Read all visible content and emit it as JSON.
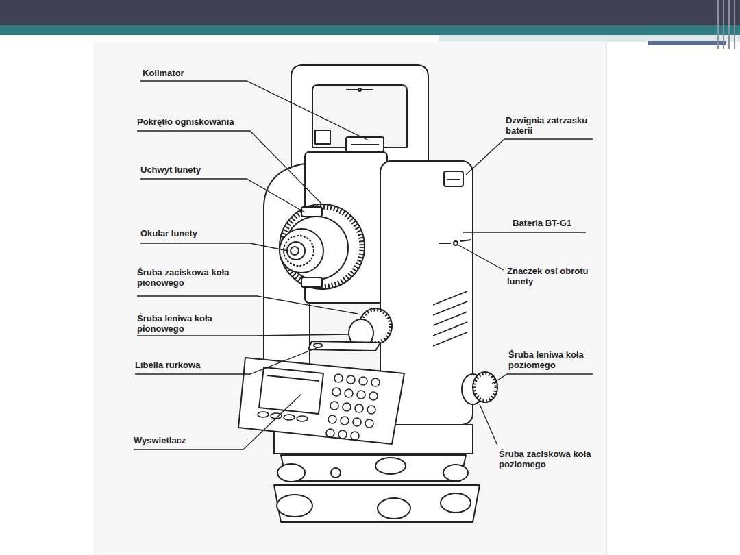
{
  "diagram": {
    "labels": [
      "Kolimator",
      "Pokrętło ogniskowania",
      "Uchwyt lunety",
      "Okular lunety",
      "Śruba zaciskowa koła pionowego",
      "Śruba leniwa koła pionowego",
      "Libella rurkowa",
      "Wyswietlacz",
      "Dzwignia zatrzasku baterii",
      "Bateria BT-G1",
      "Znaczek osi obrotu lunety",
      "Śruba leniwa koła poziomego",
      "Śruba zaciskowa koła poziomego"
    ]
  }
}
